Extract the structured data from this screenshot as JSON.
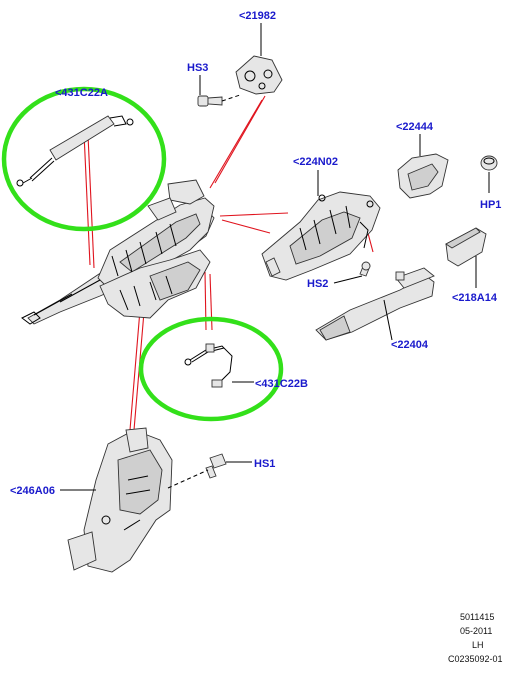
{
  "diagram": {
    "labels": {
      "l21982": "<21982",
      "hs3": "HS3",
      "l431c22a": "<431C22A",
      "l22444": "<22444",
      "l224n02": "<224N02",
      "hp1": "HP1",
      "hs2": "HS2",
      "l218a14": "<218A14",
      "l22404": "<22404",
      "l431c22b": "<431C22B",
      "hs1": "HS1",
      "l246a06": "<246A06"
    },
    "meta": {
      "line1": "5011415",
      "line2": "05-2011",
      "line3": "LH",
      "line4": "C0235092-01"
    },
    "colors": {
      "label": "#1a1acc",
      "leader_red": "#e0141e",
      "highlight_green": "#33e01a"
    }
  }
}
